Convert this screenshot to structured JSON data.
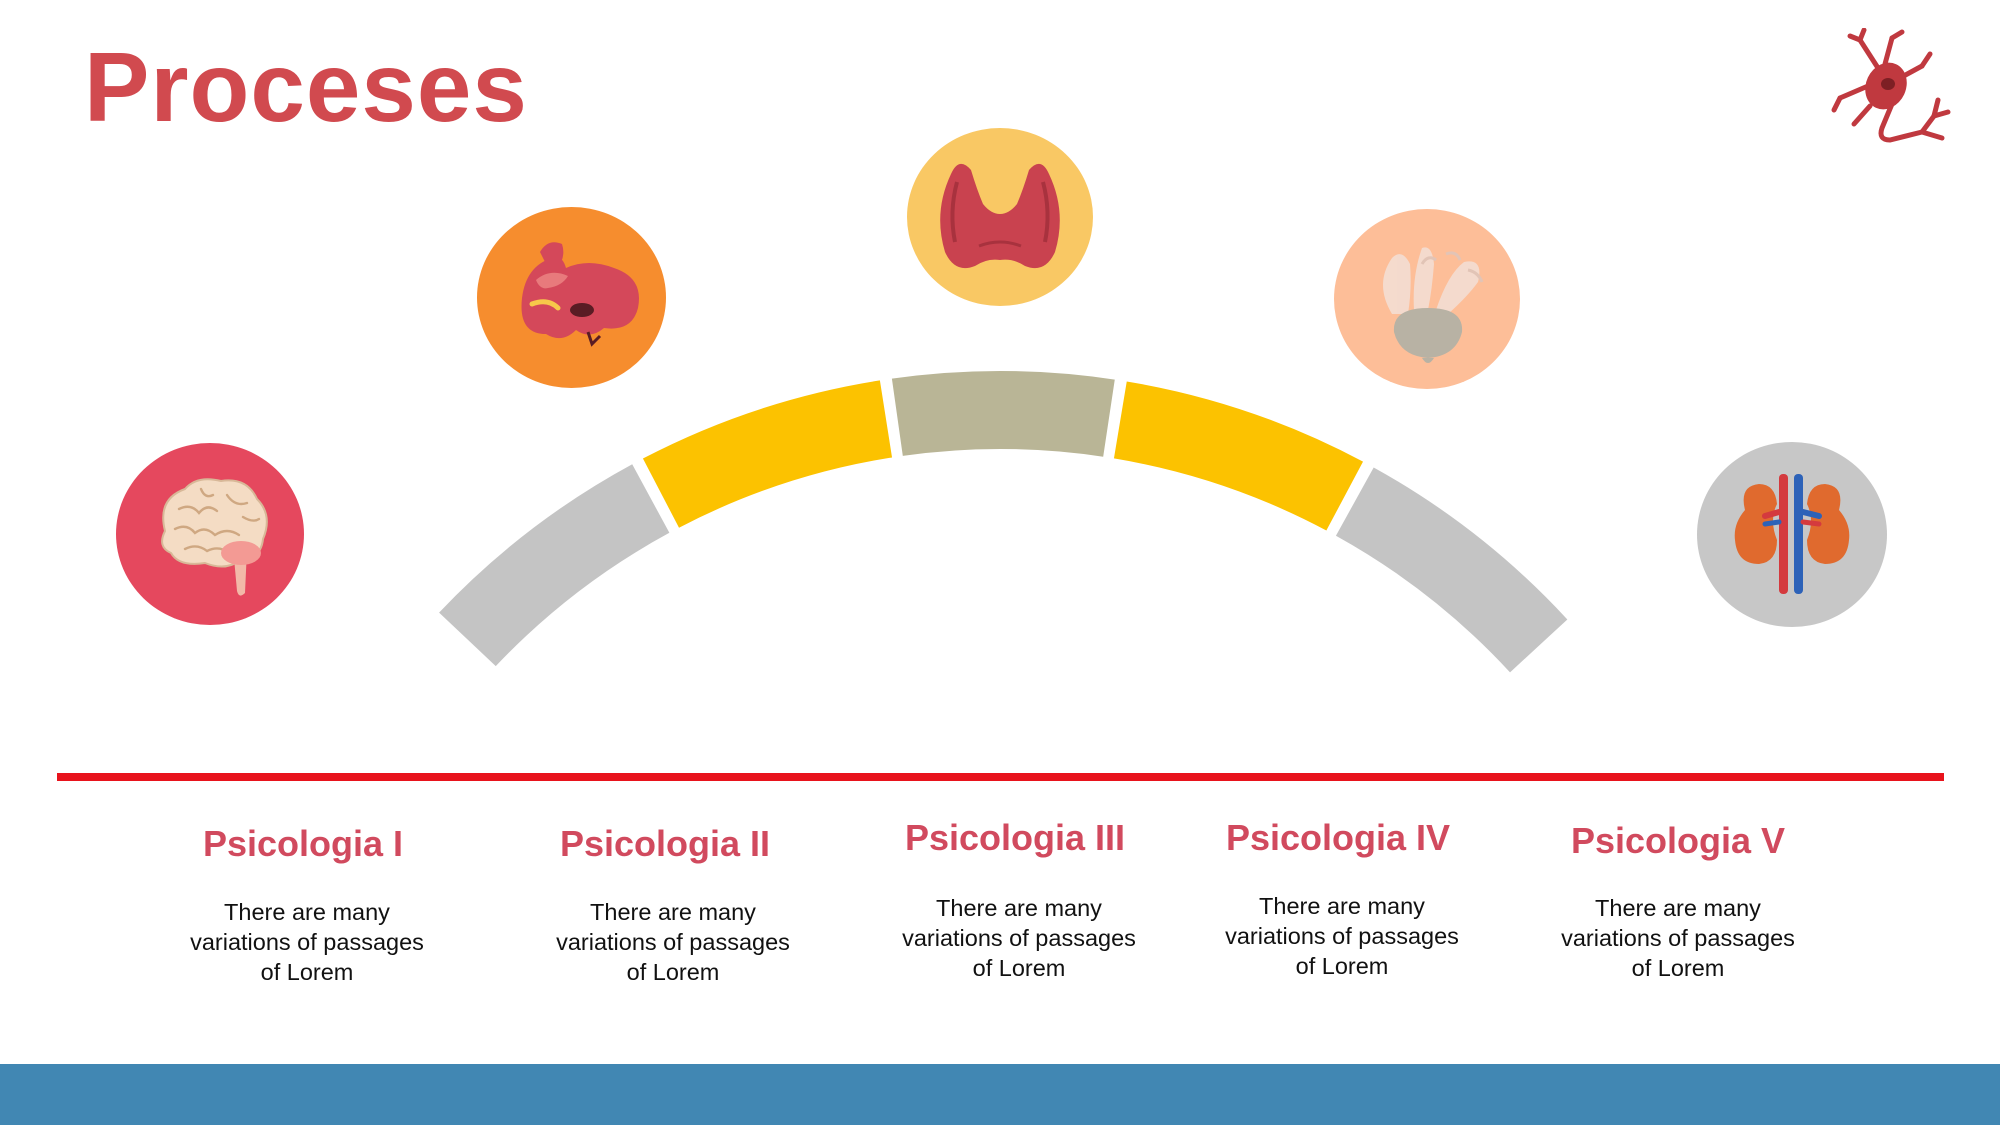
{
  "title": "Proceses",
  "colors": {
    "title": "#d14a4f",
    "step_title": "#d14a5e",
    "baseline": "#e8131c",
    "footer": "#4187b3",
    "arc_segments": [
      "#c4c4c4",
      "#fcc200",
      "#b9b596",
      "#fcc200",
      "#c4c4c4"
    ]
  },
  "steps": [
    {
      "title": "Psicologia I",
      "desc": [
        "There are many",
        "variations of passages",
        "of Lorem"
      ],
      "icon": "brain-icon",
      "circle_color": "#e5485e"
    },
    {
      "title": "Psicologia II",
      "desc": [
        "There are many",
        "variations of passages",
        "of Lorem"
      ],
      "icon": "pituitary-icon",
      "circle_color": "#f68d2e"
    },
    {
      "title": "Psicologia III",
      "desc": [
        "There are many",
        "variations of passages",
        "of Lorem"
      ],
      "icon": "thyroid-icon",
      "circle_color": "#f9c864"
    },
    {
      "title": "Psicologia IV",
      "desc": [
        "There are many",
        "variations of passages",
        "of Lorem"
      ],
      "icon": "adrenal-icon",
      "circle_color": "#fdbe98"
    },
    {
      "title": "Psicologia V",
      "desc": [
        "There are many",
        "variations of passages",
        "of Lorem"
      ],
      "icon": "kidneys-icon",
      "circle_color": "#c7c7c7"
    }
  ],
  "logo_icon": "neuron-icon"
}
